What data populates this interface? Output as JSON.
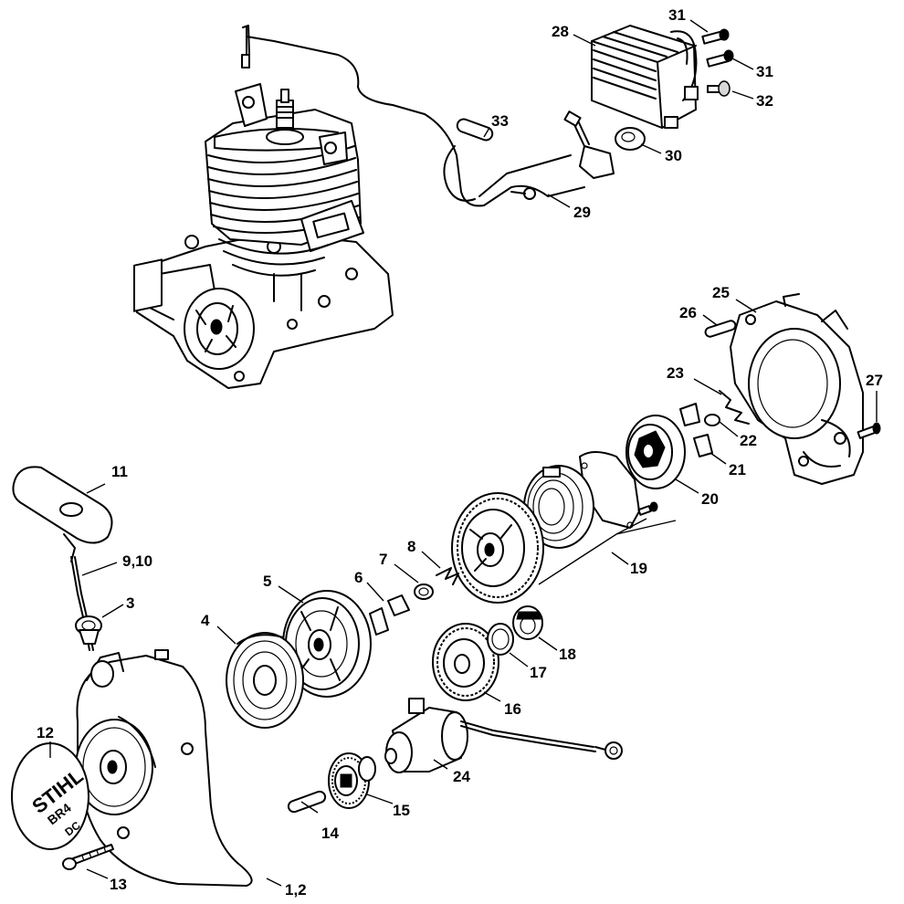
{
  "labels": {
    "p1_2": "1,2",
    "p3": "3",
    "p4": "4",
    "p5": "5",
    "p6": "6",
    "p7": "7",
    "p8": "8",
    "p9_10": "9,10",
    "p11": "11",
    "p12": "12",
    "p13": "13",
    "p14": "14",
    "p15": "15",
    "p16": "16",
    "p17": "17",
    "p18": "18",
    "p19": "19",
    "p20": "20",
    "p21": "21",
    "p22": "22",
    "p23": "23",
    "p24": "24",
    "p25": "25",
    "p26": "26",
    "p27": "27",
    "p28": "28",
    "p29": "29",
    "p30": "30",
    "p31a": "31",
    "p31b": "31",
    "p32": "32",
    "p33": "33"
  },
  "logo": {
    "brand": "STIHL",
    "model": "BR4",
    "suffix": "DC"
  }
}
